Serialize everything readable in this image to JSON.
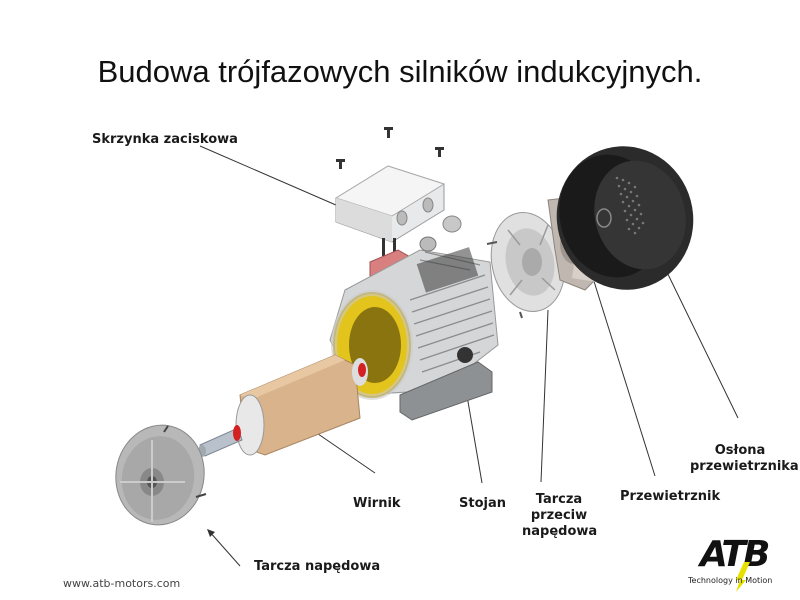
{
  "title": "Budowa trójfazowych silników indukcyjnych.",
  "labels": {
    "terminal_box": "Skrzynka zaciskowa",
    "rotor": "Wirnik",
    "stator": "Stojan",
    "non_drive_end_shield_line1": "Tarcza",
    "non_drive_end_shield_line2": "przeciw",
    "non_drive_end_shield_line3": "napędowa",
    "fan": "Przewietrznik",
    "fan_cover_line1": "Osłona",
    "fan_cover_line2": "przewietrznika",
    "drive_end_shield": "Tarcza napędowa"
  },
  "footer": {
    "url": "www.atb-motors.com"
  },
  "logo": {
    "mark": "ATB",
    "tagline": "Technology in Motion",
    "accent_color": "#e8e000"
  },
  "colors": {
    "stator_frame": "#d6d8da",
    "stator_inner": "#e2c21a",
    "rotor_core": "#d9b38c",
    "fan_cover": "#2b2b2b",
    "terminal_box": "#ececec",
    "terminal_block": "#d98080",
    "shaft_ring": "#d32020"
  }
}
